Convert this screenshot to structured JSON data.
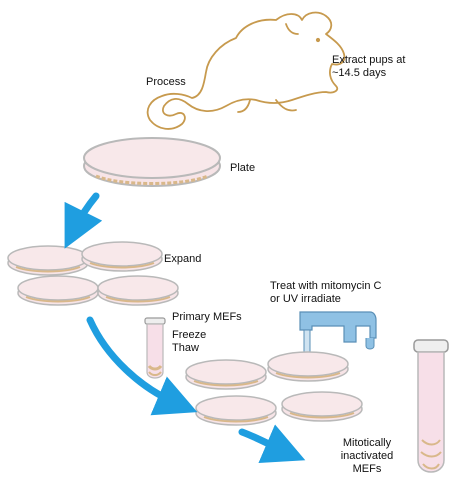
{
  "labels": {
    "extract": [
      "Extract pups at",
      "~14.5 days"
    ],
    "process": "Process",
    "plate": "Plate",
    "expand": "Expand",
    "primary": "Primary MEFs",
    "freeze": "Freeze",
    "thaw": "Thaw",
    "treat": [
      "Treat with mitomycin C",
      "or UV irradiate"
    ],
    "final": [
      "Mitotically",
      "inactivated",
      "MEFs"
    ]
  },
  "colors": {
    "mouse_outline": "#c79a4e",
    "dish_fill": "#f7e4e7",
    "dish_rim": "#b9b9b9",
    "cells": "#d9b88a",
    "arrow": "#1f9ee0",
    "pipette": "#8fc1e4",
    "tube_fill": "#f7dfe8"
  },
  "icons": [
    "mouse-icon",
    "petri-dish-icon",
    "cryo-tube-icon",
    "pipette-icon",
    "curved-arrow-icon",
    "test-tube-icon"
  ]
}
